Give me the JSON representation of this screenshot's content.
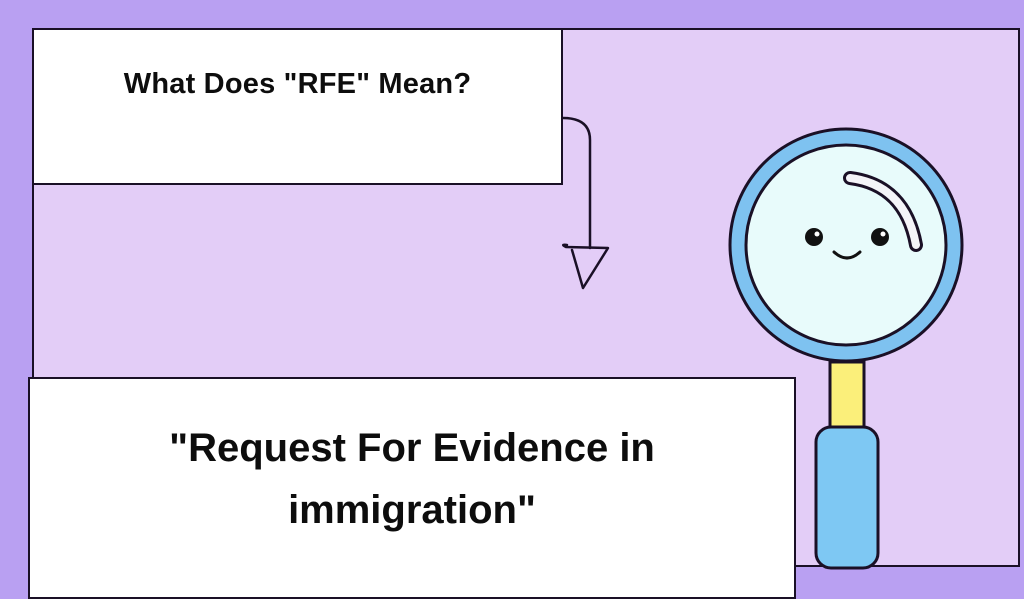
{
  "graphic": {
    "question_title": "What Does \"RFE\" Mean?",
    "answer_text": "\"Request For Evidence in immigration\"",
    "illustration": "magnifying-glass-with-smiling-face",
    "arrow": "hand-drawn-arrow-down"
  },
  "colors": {
    "background": "#b9a0f2",
    "panel": "#e3cdf7",
    "border": "#1a1026",
    "lens_rim": "#7ec2f0",
    "lens_glass": "#e8fbfb",
    "neck": "#fbef7a",
    "handle": "#7ec8f3"
  }
}
